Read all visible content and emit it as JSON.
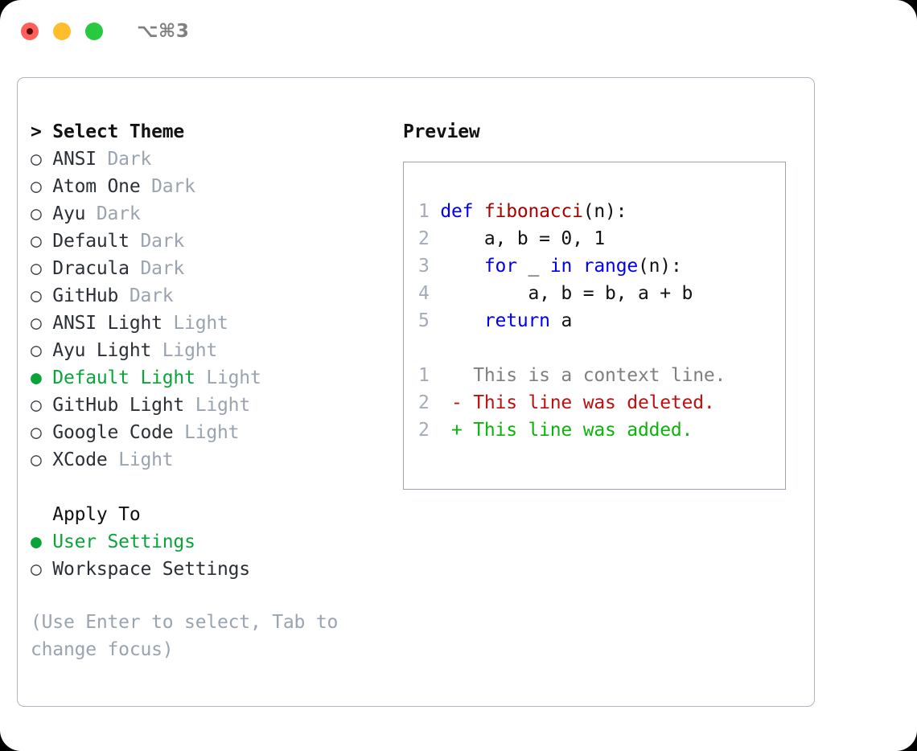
{
  "titlebar": {
    "shortcut": "⌥⌘3",
    "buttons": [
      "close",
      "minimize",
      "zoom"
    ]
  },
  "theme_list": {
    "header": "> Select Theme",
    "header_prefix": "> ",
    "marker_unselected": "○ ",
    "marker_selected": "● ",
    "items": [
      {
        "label": "ANSI",
        "tag": "Dark",
        "selected": false
      },
      {
        "label": "Atom One",
        "tag": "Dark",
        "selected": false
      },
      {
        "label": "Ayu",
        "tag": "Dark",
        "selected": false
      },
      {
        "label": "Default",
        "tag": "Dark",
        "selected": false
      },
      {
        "label": "Dracula",
        "tag": "Dark",
        "selected": false
      },
      {
        "label": "GitHub",
        "tag": "Dark",
        "selected": false
      },
      {
        "label": "ANSI Light",
        "tag": "Light",
        "selected": false
      },
      {
        "label": "Ayu Light",
        "tag": "Light",
        "selected": false
      },
      {
        "label": "Default Light",
        "tag": "Light",
        "selected": true
      },
      {
        "label": "GitHub Light",
        "tag": "Light",
        "selected": false
      },
      {
        "label": "Google Code",
        "tag": "Light",
        "selected": false
      },
      {
        "label": "XCode",
        "tag": "Light",
        "selected": false
      }
    ]
  },
  "apply_to": {
    "header": "  Apply To",
    "items": [
      {
        "label": "User Settings",
        "selected": true
      },
      {
        "label": "Workspace Settings",
        "selected": false
      }
    ]
  },
  "hint": "(Use Enter to select, Tab to change focus)",
  "preview": {
    "title": "Preview",
    "code_lines": [
      {
        "number": "1",
        "tokens": [
          {
            "text": "def ",
            "type": "kw"
          },
          {
            "text": "fibonacci",
            "type": "fn"
          },
          {
            "text": "(n):",
            "type": "txt"
          }
        ]
      },
      {
        "number": "2",
        "tokens": [
          {
            "text": "    a, b = 0, 1",
            "type": "txt"
          }
        ]
      },
      {
        "number": "3",
        "tokens": [
          {
            "text": "    ",
            "type": "txt"
          },
          {
            "text": "for",
            "type": "kw"
          },
          {
            "text": " _ ",
            "type": "txt"
          },
          {
            "text": "in",
            "type": "kw"
          },
          {
            "text": " ",
            "type": "txt"
          },
          {
            "text": "range",
            "type": "kw"
          },
          {
            "text": "(n):",
            "type": "txt"
          }
        ]
      },
      {
        "number": "4",
        "tokens": [
          {
            "text": "        a, b = b, a + b",
            "type": "txt"
          }
        ]
      },
      {
        "number": "5",
        "tokens": [
          {
            "text": "    ",
            "type": "txt"
          },
          {
            "text": "return",
            "type": "kw"
          },
          {
            "text": " a",
            "type": "txt"
          }
        ]
      }
    ],
    "diff_lines": [
      {
        "number": "1",
        "marker": "  ",
        "text": "This is a context line.",
        "type": "ctx"
      },
      {
        "number": "2",
        "marker": "- ",
        "text": "This line was deleted.",
        "type": "del"
      },
      {
        "number": "2",
        "marker": "+ ",
        "text": "This line was added.",
        "type": "add"
      }
    ]
  },
  "colors": {
    "accent_green": "#0aa43a",
    "muted": "#9aa3b0",
    "keyword_blue": "#0000ee",
    "function_red": "#aa0000",
    "diff_added": "#0ab40a",
    "diff_deleted": "#bb1111",
    "border": "#aeb6c2"
  }
}
